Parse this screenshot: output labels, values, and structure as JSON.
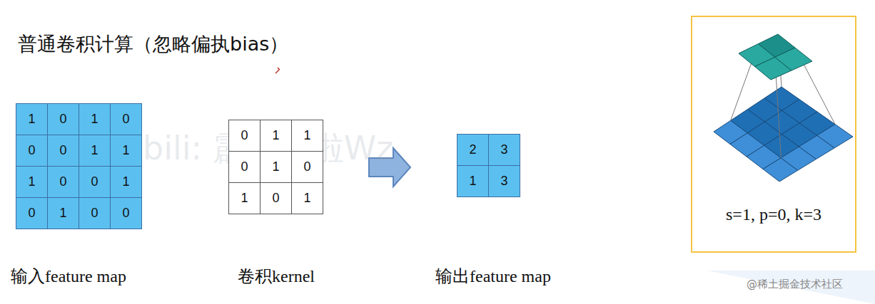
{
  "diagram": {
    "title": "普通卷积计算（忽略偏执bias）",
    "nodes": [
      {
        "text": [
          "s=1, p=0, k=3"
        ]
      }
    ],
    "labels": [
      "1",
      "0",
      "1",
      "0",
      "0",
      "0",
      "1",
      "1",
      "1",
      "0",
      "0",
      "1",
      "0",
      "1",
      "0",
      "0",
      "0",
      "1",
      "1",
      "0",
      "1",
      "0",
      "1",
      "0",
      "1",
      "2",
      "3",
      "1",
      "3",
      "输入feature map",
      "卷积kernel",
      "输出feature map",
      "bili: 霹雳吧啦Wz",
      "@稀土掘金技术社区"
    ]
  }
}
